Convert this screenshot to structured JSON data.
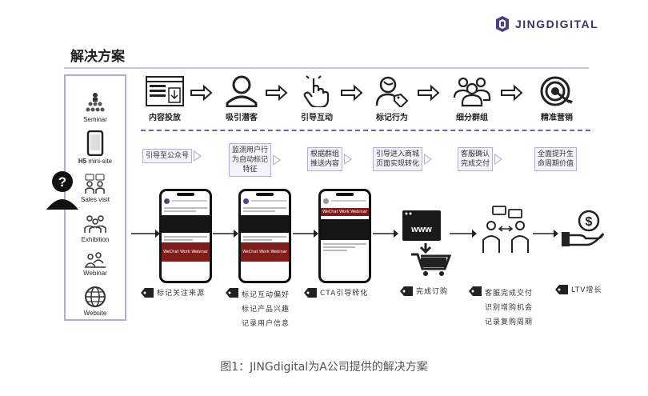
{
  "brand": {
    "name": "JINGDIGITAL",
    "accent": "#4b3f8a",
    "dash_color": "#6d5fa8",
    "box_border": "#b7acd6"
  },
  "page_title": "解决方案",
  "channels": [
    {
      "label": "Seminar",
      "icon": "seminar-icon"
    },
    {
      "label": "mini-site",
      "prefix": "H5",
      "icon": "mobile-phone-icon"
    },
    {
      "label": "Sales visit",
      "icon": "sales-visit-icon"
    },
    {
      "label": "Exhibition",
      "icon": "exhibition-icon"
    },
    {
      "label": "Webinar",
      "icon": "webinar-icon"
    },
    {
      "label": "Website",
      "icon": "globe-icon"
    }
  ],
  "funnel_steps": [
    {
      "label": "内容投放",
      "icon": "content-form-icon"
    },
    {
      "label": "吸引潜客",
      "icon": "person-icon"
    },
    {
      "label": "引导互动",
      "icon": "pointer-hand-icon"
    },
    {
      "label": "标记行为",
      "icon": "person-tag-icon"
    },
    {
      "label": "细分群组",
      "icon": "group-icon"
    },
    {
      "label": "精准营销",
      "icon": "target-icon"
    }
  ],
  "actions": [
    {
      "lines": [
        "引导至公众号"
      ]
    },
    {
      "lines": [
        "监测用户行",
        "为自动标记",
        "特征"
      ]
    },
    {
      "lines": [
        "根据群组",
        "推送内容"
      ]
    },
    {
      "lines": [
        "引导进入商城",
        "页面实现转化"
      ]
    },
    {
      "lines": [
        "客服确认",
        "完成交付"
      ]
    },
    {
      "lines": [
        "全面提升生",
        "命周期价值"
      ]
    }
  ],
  "phones": [
    {
      "banner": "WeChat Work Webinar"
    },
    {
      "banner": "WeChat Work Webinar"
    },
    {
      "banner": "WeChat Work Webinar"
    }
  ],
  "outcome_icons": [
    "www-browser-icon",
    "shopping-cart-icon",
    "service-chat-icon",
    "money-hand-icon"
  ],
  "tags": [
    {
      "lines": [
        "标记关注来源"
      ]
    },
    {
      "lines": [
        "标记互动偏好",
        "标记产品兴趣",
        "记录用户信息"
      ]
    },
    {
      "lines": [
        "CTA引导转化"
      ]
    },
    {
      "lines": [
        "完成订购"
      ]
    },
    {
      "lines": [
        "客服完成交付",
        "识别增购机会",
        "记录复购周期"
      ]
    },
    {
      "lines": [
        "LTV增长"
      ]
    }
  ],
  "caption": "图1：JINGdigital为A公司提供的解决方案"
}
